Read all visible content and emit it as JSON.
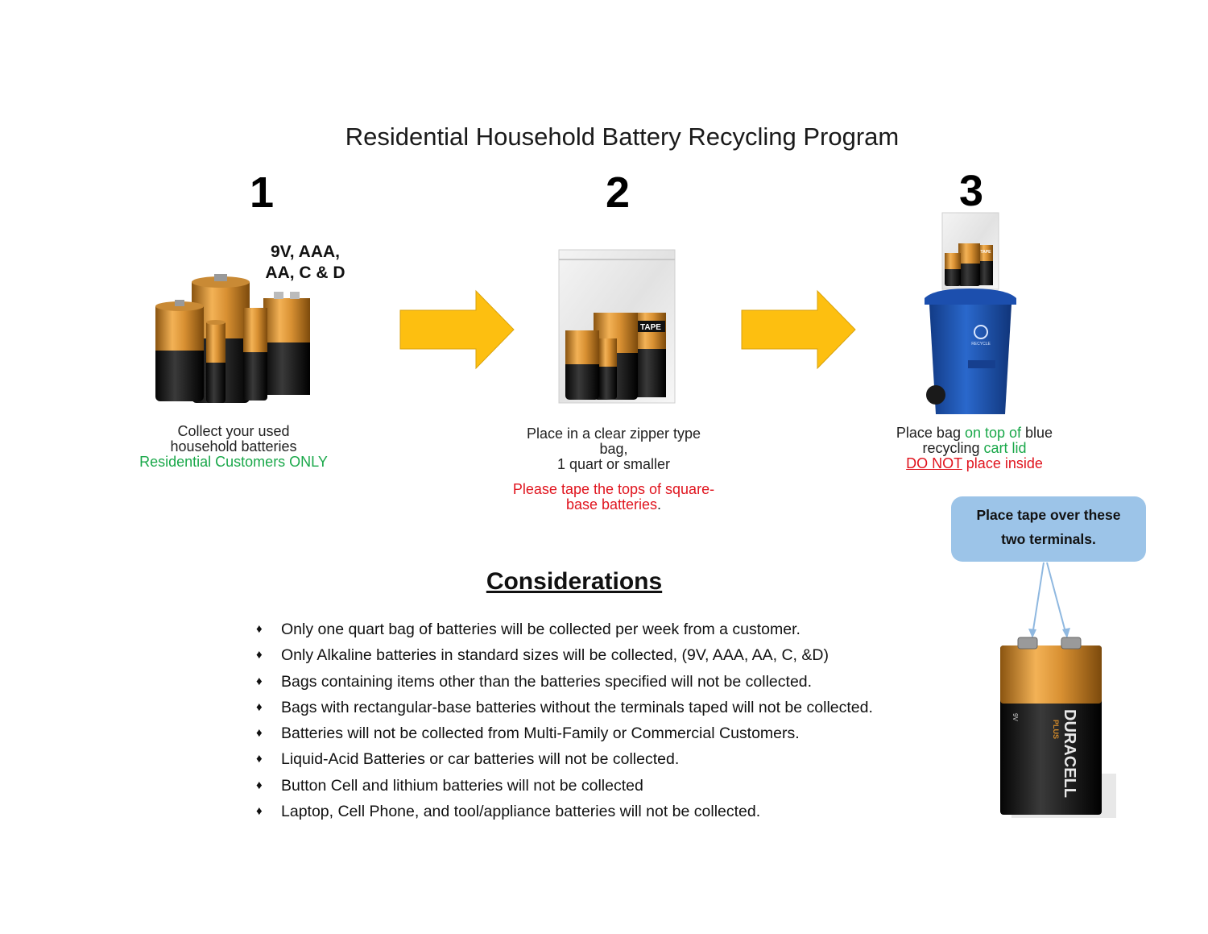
{
  "title": "Residential Household Battery Recycling Program",
  "steps": [
    {
      "number": "1",
      "sizes_line1": "9V, AAA,",
      "sizes_line2": "AA, C & D",
      "caption_line1": "Collect your used",
      "caption_line2": "household batteries",
      "caption_note": "Residential Customers ONLY"
    },
    {
      "number": "2",
      "bag_tape_label": "TAPE",
      "caption_line1": "Place in a clear zipper type",
      "caption_line2": "bag,",
      "caption_line3": "1 quart or smaller",
      "warn_line1": "Please tape the tops of square-",
      "warn_line2": "base batteries",
      "warn_end": "."
    },
    {
      "number": "3",
      "bag_tape_label": "TAPE",
      "cart_label": "RECYCLE",
      "caption_a": "Place bag ",
      "caption_b": "on top of",
      "caption_c": " blue",
      "caption_d": "recycling ",
      "caption_e": "cart lid",
      "caption_f": "DO NOT",
      "caption_g": " place inside"
    }
  ],
  "callout": {
    "line1": "Place tape over these",
    "line2": "two terminals."
  },
  "battery_9v": {
    "brand": "DURACELL",
    "sub": "PLUS",
    "voltage": "9V"
  },
  "considerations": {
    "heading": "Considerations",
    "bullet": "♦",
    "items": [
      "Only one quart bag of batteries will be collected per week from a customer.",
      "Only Alkaline batteries in standard sizes will be collected, (9V, AAA, AA, C, &D)",
      "Bags containing items other than the batteries specified will not be collected.",
      "Bags with rectangular-base batteries without the terminals taped will not be collected.",
      "Batteries will not be collected from Multi-Family or Commercial Customers.",
      "Liquid-Acid Batteries  or car batteries will not be collected.",
      "Button Cell  and lithium batteries will not be collected",
      "Laptop, Cell Phone, and tool/appliance batteries will not be collected."
    ]
  },
  "colors": {
    "arrow": "#fdbf10",
    "green": "#1aa84a",
    "red": "#e0141e",
    "callout": "#9cc4e8",
    "cart": "#1d55b4",
    "copper": "#d28a2a"
  }
}
